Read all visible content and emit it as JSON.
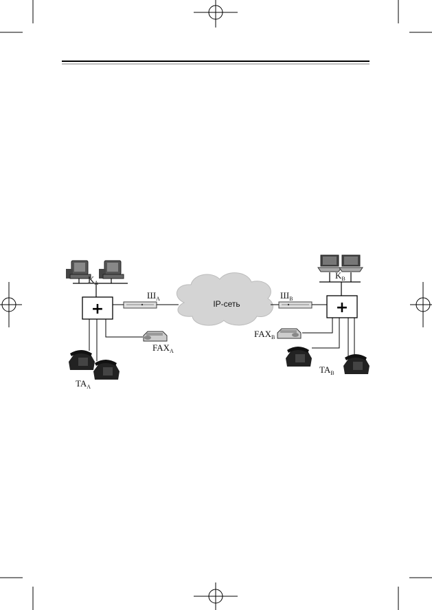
{
  "page": {
    "header_rule": true
  },
  "diagram": {
    "cloud": {
      "label": "IP-сеть"
    },
    "side_a": {
      "computers_label": "K",
      "computers_sub": "A",
      "gateway_label": "Ш",
      "gateway_sub": "A",
      "fax_label": "FAX",
      "fax_sub": "A",
      "phones_label": "TA",
      "phones_sub": "A"
    },
    "side_b": {
      "computers_label": "K",
      "computers_sub": "B",
      "gateway_label": "Ш",
      "gateway_sub": "B",
      "fax_label": "FAX",
      "fax_sub": "B",
      "phones_label": "TA",
      "phones_sub": "B"
    },
    "pbx_symbol": "+"
  }
}
